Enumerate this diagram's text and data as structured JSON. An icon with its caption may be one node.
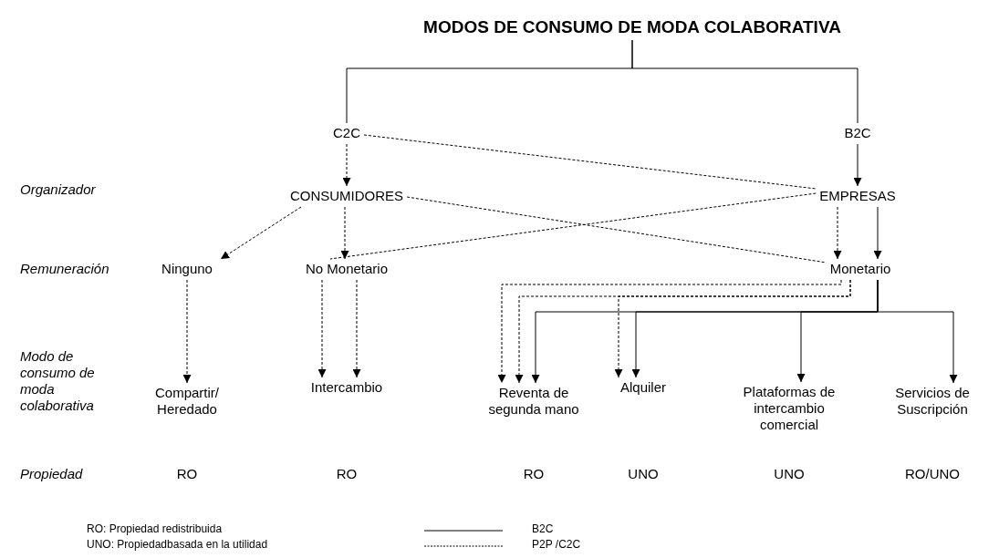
{
  "diagram": {
    "nodes": [
      {
        "text": [
          "MODOS DE CONSUMO DE MODA COLABORATIVA"
        ]
      },
      {
        "text": [
          "C2C"
        ]
      },
      {
        "text": [
          "B2C"
        ]
      },
      {
        "text": [
          "CONSUMIDORES"
        ]
      },
      {
        "text": [
          "EMPRESAS"
        ]
      },
      {
        "text": [
          "Ninguno"
        ]
      },
      {
        "text": [
          "No Monetario"
        ]
      },
      {
        "text": [
          "Monetario"
        ]
      },
      {
        "text": [
          "Compartir/ Heredado"
        ]
      },
      {
        "text": [
          "Intercambio"
        ]
      },
      {
        "text": [
          "Reventa de segunda mano"
        ]
      },
      {
        "text": [
          "Alquiler"
        ]
      },
      {
        "text": [
          "Plataformas de intercambio comercial"
        ]
      },
      {
        "text": [
          "Servicios de Suscripción"
        ]
      }
    ],
    "edges": [
      {
        "from": 0,
        "to": 1,
        "arrow": "none"
      },
      {
        "from": 0,
        "to": 2,
        "arrow": "none"
      },
      {
        "from": 1,
        "to": 3,
        "arrow": "to",
        "style": "dashed"
      },
      {
        "from": 1,
        "to": 4,
        "arrow": "none",
        "style": "dashed"
      },
      {
        "from": 2,
        "to": 4,
        "arrow": "to"
      },
      {
        "from": 3,
        "to": 5,
        "arrow": "to",
        "style": "dashed"
      },
      {
        "from": 3,
        "to": 6,
        "arrow": "to",
        "style": "dashed"
      },
      {
        "from": 4,
        "to": 6,
        "arrow": "none",
        "style": "dashed"
      },
      {
        "from": 3,
        "to": 7,
        "arrow": "none",
        "style": "dashed"
      },
      {
        "from": 4,
        "to": 7,
        "arrow": "to",
        "style": "dashed"
      },
      {
        "from": 4,
        "to": 7,
        "arrow": "to"
      },
      {
        "from": 5,
        "to": 8,
        "arrow": "to",
        "style": "dashed"
      },
      {
        "from": 6,
        "to": 9,
        "arrow": "to",
        "style": "dashed"
      },
      {
        "from": 6,
        "to": 9,
        "arrow": "to",
        "style": "dashed"
      },
      {
        "from": 7,
        "to": 10,
        "arrow": "to",
        "style": "dashed"
      },
      {
        "from": 7,
        "to": 10,
        "arrow": "to",
        "style": "dashed"
      },
      {
        "from": 7,
        "to": 11,
        "arrow": "to",
        "style": "dashed"
      },
      {
        "from": 7,
        "to": 10,
        "arrow": "to"
      },
      {
        "from": 7,
        "to": 11,
        "arrow": "to"
      },
      {
        "from": 7,
        "to": 12,
        "arrow": "to"
      },
      {
        "from": 7,
        "to": 13,
        "arrow": "to"
      }
    ],
    "labels": [
      "Organizador",
      "Remuneración",
      "Modo de consumo de moda colaborativa",
      "Propiedad",
      "RO",
      "RO",
      "RO",
      "UNO",
      "UNO",
      "RO/UNO",
      "RO: Propiedad redistribuida",
      "UNO: Propiedadbasada en la utilidad"
    ],
    "legend": [
      {
        "text": "B2C"
      },
      {
        "text": "P2P /C2C"
      }
    ]
  }
}
